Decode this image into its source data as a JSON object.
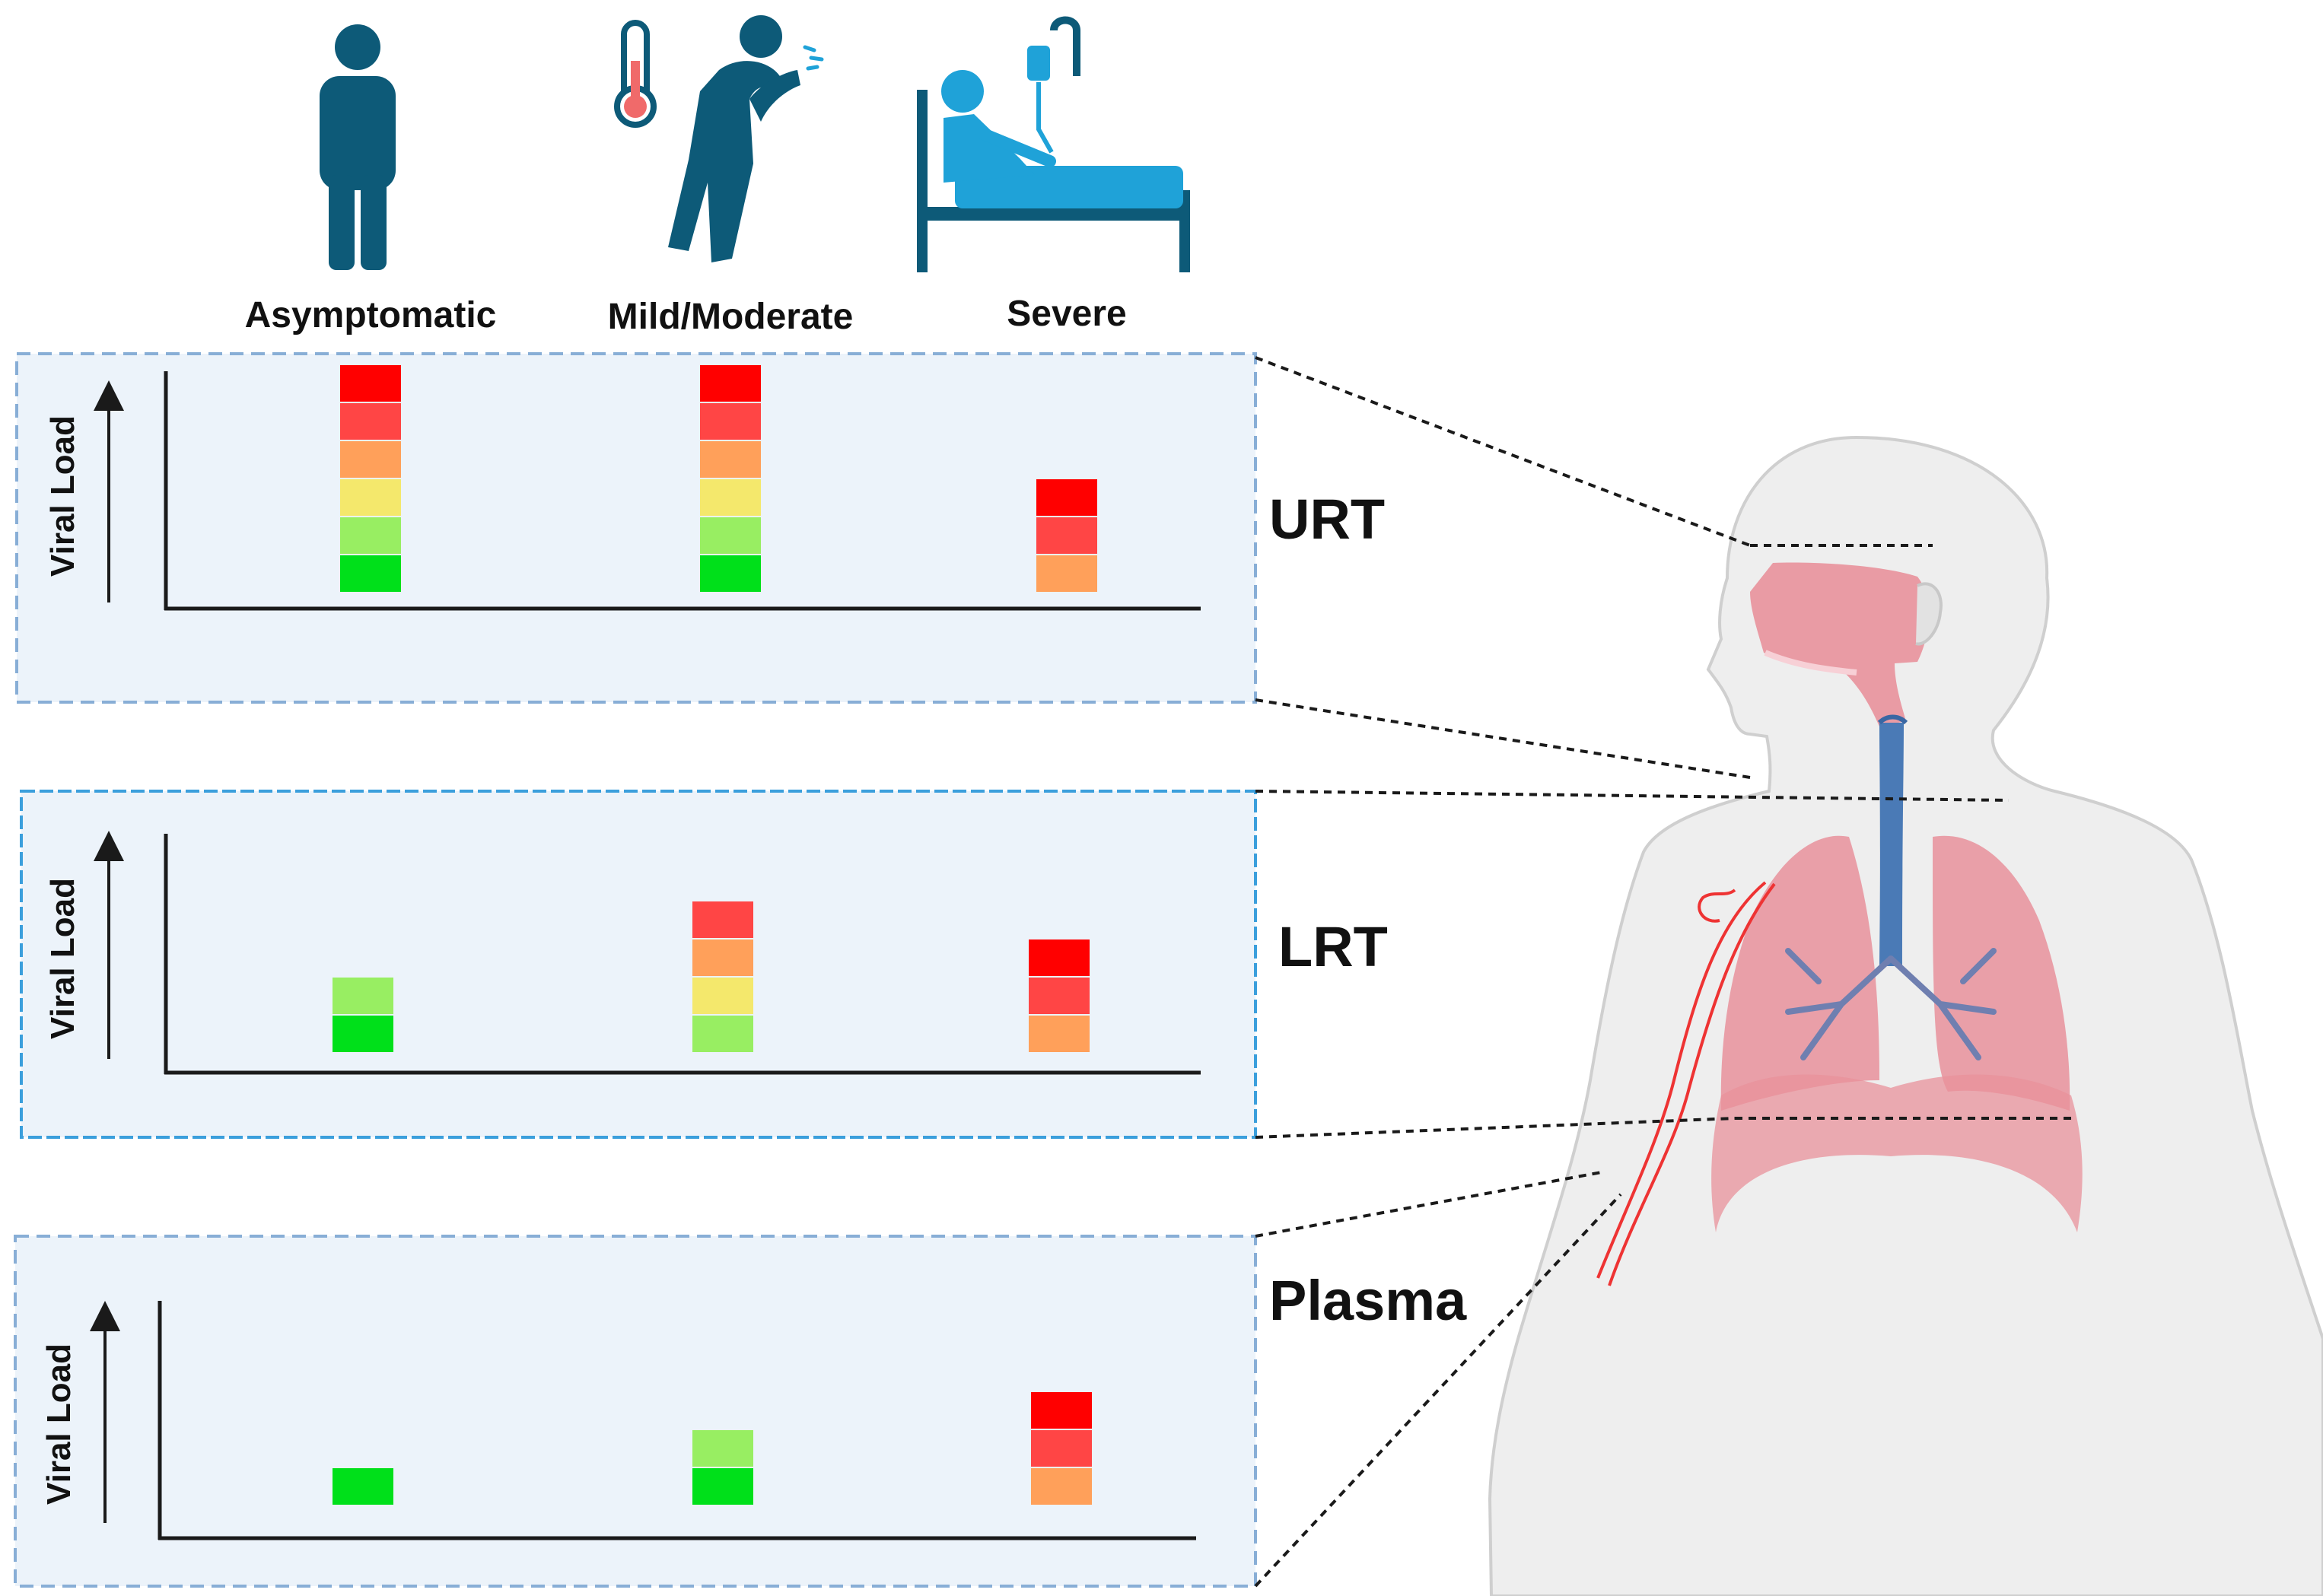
{
  "legend": {
    "asymptomatic": "Asymptomatic",
    "mild": "Mild/Moderate",
    "severe": "Severe"
  },
  "colors": {
    "level1": "#00e01a",
    "level2": "#98ee62",
    "level3": "#f4e86c",
    "level4": "#ffa05a",
    "level5": "#ff4545",
    "level6": "#ff0000",
    "icon_dark": "#0d5a78",
    "icon_blue": "#1fa2d8",
    "panel_fill": "#ecf3fa",
    "panel_border": "#88aed6"
  },
  "chart_data": [
    {
      "type": "bar",
      "title": "URT",
      "ylabel": "Viral Load",
      "levels_scale": [
        1,
        2,
        3,
        4,
        5,
        6
      ],
      "categories": [
        "Asymptomatic",
        "Mild/Moderate",
        "Severe"
      ],
      "bars": [
        {
          "category": "Asymptomatic",
          "levels": [
            1,
            2,
            3,
            4,
            5,
            6
          ]
        },
        {
          "category": "Mild/Moderate",
          "levels": [
            1,
            2,
            3,
            4,
            5,
            6
          ]
        },
        {
          "category": "Severe",
          "levels": [
            4,
            5,
            6
          ]
        }
      ]
    },
    {
      "type": "bar",
      "title": "LRT",
      "ylabel": "Viral Load",
      "levels_scale": [
        1,
        2,
        3,
        4,
        5,
        6
      ],
      "categories": [
        "Asymptomatic",
        "Mild/Moderate",
        "Severe"
      ],
      "bars": [
        {
          "category": "Asymptomatic",
          "levels": [
            1,
            2
          ]
        },
        {
          "category": "Mild/Moderate",
          "levels": [
            2,
            3,
            4,
            5
          ]
        },
        {
          "category": "Severe",
          "levels": [
            4,
            5,
            6
          ]
        }
      ]
    },
    {
      "type": "bar",
      "title": "Plasma",
      "ylabel": "Viral Load",
      "levels_scale": [
        1,
        2,
        3,
        4,
        5,
        6
      ],
      "categories": [
        "Asymptomatic",
        "Mild/Moderate",
        "Severe"
      ],
      "bars": [
        {
          "category": "Asymptomatic",
          "levels": [
            1
          ]
        },
        {
          "category": "Mild/Moderate",
          "levels": [
            1,
            2
          ]
        },
        {
          "category": "Severe",
          "levels": [
            4,
            5,
            6
          ]
        }
      ]
    }
  ]
}
